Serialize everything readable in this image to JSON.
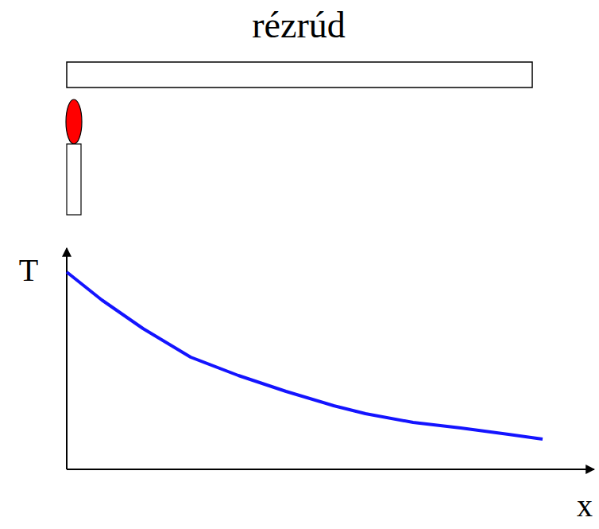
{
  "diagram": {
    "labels": [
      "rézrúd",
      "T",
      "x"
    ]
  }
}
